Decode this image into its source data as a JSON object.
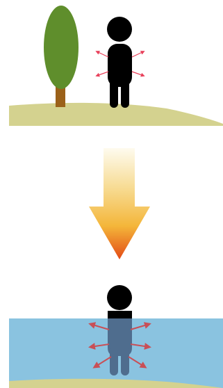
{
  "colors": {
    "background": "#ffffff",
    "ground": "#d4d28f",
    "tree_foliage": "#5f8e2c",
    "tree_trunk": "#9b6119",
    "figure": "#000000",
    "force_arrows": "#e8405a",
    "water": "#8ac3e0",
    "submerged_figure": "#4f6d8e",
    "submerged_arrows": "#c94f56",
    "transition_arrow_top": "#fdf6d8",
    "transition_arrow_mid": "#f4b63a",
    "transition_arrow_tip": "#e34a16"
  },
  "icons": {
    "tree": "tree-icon",
    "person_on_land": "person-icon",
    "person_in_water": "person-icon",
    "transition": "arrow-down-icon"
  },
  "scenes": [
    {
      "id": "land",
      "setting": "on-land",
      "outward_arrow_count": 4
    },
    {
      "id": "water",
      "setting": "submerged",
      "outward_arrow_count": 6
    }
  ]
}
